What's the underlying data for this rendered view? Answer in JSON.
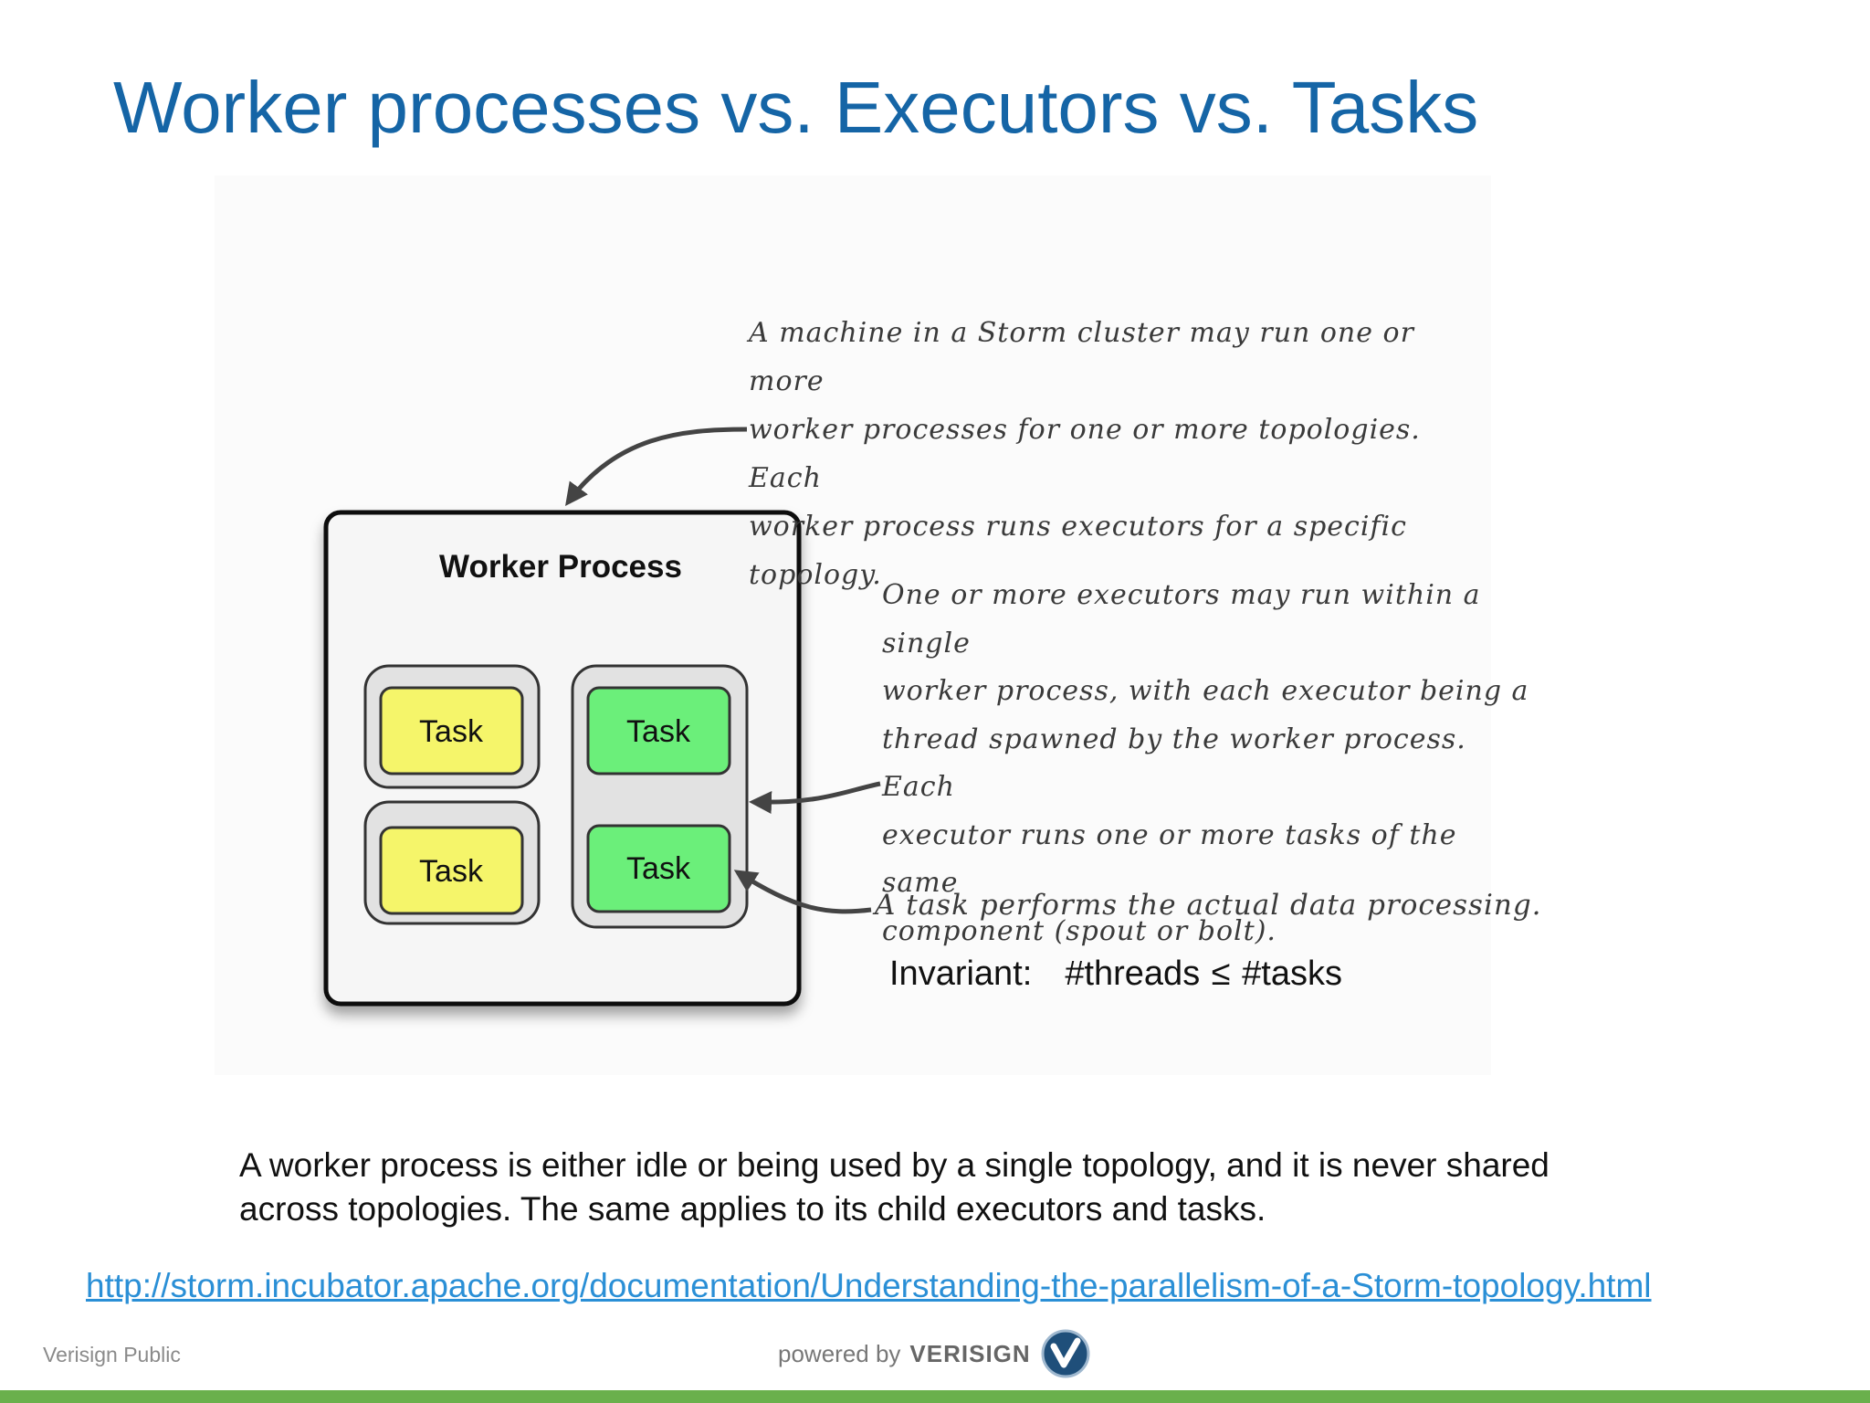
{
  "slide": {
    "title": "Worker processes vs. Executors vs. Tasks",
    "caption": "A worker process is either idle or being used by a single topology, and it is never shared across topologies.  The same applies to its child executors and tasks.",
    "link": "http://storm.incubator.apache.org/documentation/Understanding-the-parallelism-of-a-Storm-topology.html"
  },
  "diagram": {
    "worker_process_label": "Worker Process",
    "tasks": [
      "Task",
      "Task",
      "Task",
      "Task"
    ],
    "notes": {
      "machine": "A machine in a Storm cluster may run one or more\nworker processes for one or more topologies.  Each\nworker process runs executors for a specific topology.",
      "executor": "One or more executors may run within a single\nworker process, with each executor being a\nthread spawned by the worker process.  Each\nexecutor runs one or more tasks of the same\ncomponent (spout or bolt).",
      "task": "A task performs the actual data processing."
    },
    "invariant": {
      "label": "Invariant:",
      "expression": "#threads ≤ #tasks"
    },
    "colors": {
      "task_yellow": "#f5f56a",
      "task_green": "#6bef7a",
      "executor_fill": "#e2e2e2",
      "worker_fill": "#f6f6f6"
    }
  },
  "footer": {
    "classification": "Verisign Public",
    "powered_by": "powered by",
    "brand": "VERISIGN"
  }
}
